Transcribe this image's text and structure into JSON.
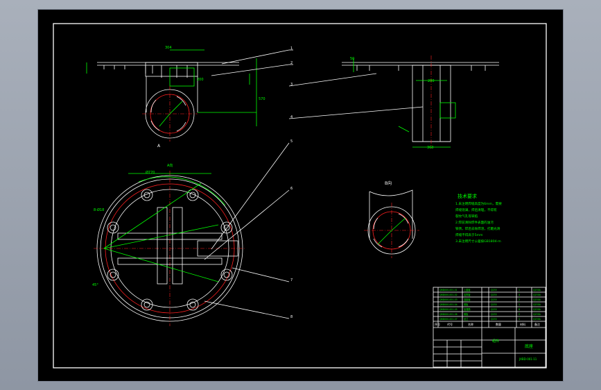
{
  "drawing": {
    "background": "#000000",
    "colors": {
      "outline": "#ffffff",
      "dimension": "#00ff00",
      "centerline": "#ff2020",
      "viewport": "#9ea5b1"
    },
    "section_label_a": "A",
    "section_label_b": "B向",
    "top_view_label": "A-A",
    "notes": {
      "title": "技术要求",
      "lines": [
        "1.未注明焊缝高度为6mm，需要",
        "焊缝饱满，焊后清理，不得有",
        "裂纹气孔等缺陷",
        "2.焊前清除焊件表面的油污",
        "铁锈，焊后去除焊渣，打磨光滑",
        "焊缝不得高于5mm",
        "3.未注明尺寸公差按GB1804-m"
      ]
    },
    "title_block": {
      "drawing_title": "底座",
      "company": "组件",
      "drawing_number": "JXBD-001-11",
      "header_cols": [
        "序号",
        "代号",
        "名称",
        "数量",
        "材料",
        "备注"
      ]
    }
  }
}
